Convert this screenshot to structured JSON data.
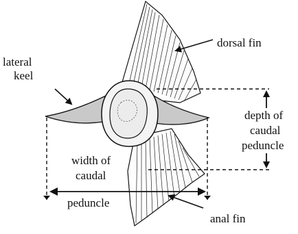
{
  "labels": {
    "dorsal_fin": "dorsal fin",
    "lateral_keel_line1": "lateral",
    "lateral_keel_line2": "keel",
    "depth_line1": "depth of",
    "depth_line2": "caudal",
    "depth_line3": "peduncle",
    "width_line1": "width of",
    "width_line2": "caudal",
    "width_line3": "peduncle",
    "anal_fin": "anal fin"
  },
  "colors": {
    "ink": "#111111",
    "keel_stipple": "#c9c9c9",
    "background": "#ffffff"
  }
}
